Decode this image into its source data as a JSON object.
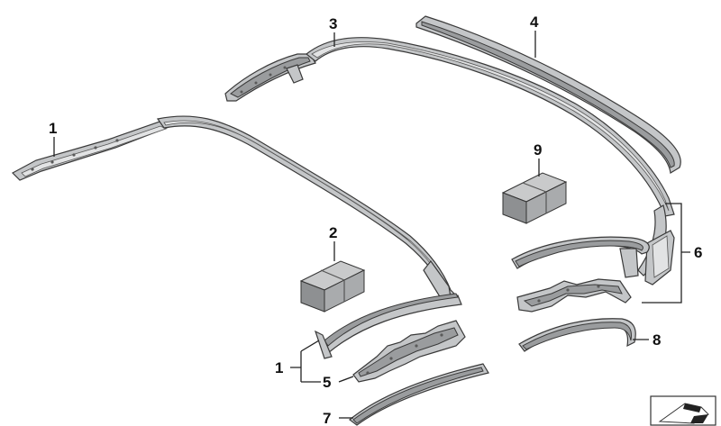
{
  "callouts": {
    "c1a": "1",
    "c1b": "1",
    "c2": "2",
    "c3": "3",
    "c4": "4",
    "c5": "5",
    "c6": "6",
    "c7": "7",
    "c8": "8",
    "c9": "9"
  },
  "parts": [
    {
      "label": "1",
      "name": "roof-frame-seal-left"
    },
    {
      "label": "2",
      "name": "adhesive-pack"
    },
    {
      "label": "3",
      "name": "roof-frame-seal-right"
    },
    {
      "label": "4",
      "name": "roof-edge-trim"
    },
    {
      "label": "5",
      "name": "mounting-bracket"
    },
    {
      "label": "6",
      "name": "seal-set-rear"
    },
    {
      "label": "7",
      "name": "lower-trim-strip"
    },
    {
      "label": "8",
      "name": "arch-trim-strip"
    },
    {
      "label": "9",
      "name": "adhesive-pack-2"
    }
  ],
  "icons": {
    "corner": "arrow-icon"
  }
}
